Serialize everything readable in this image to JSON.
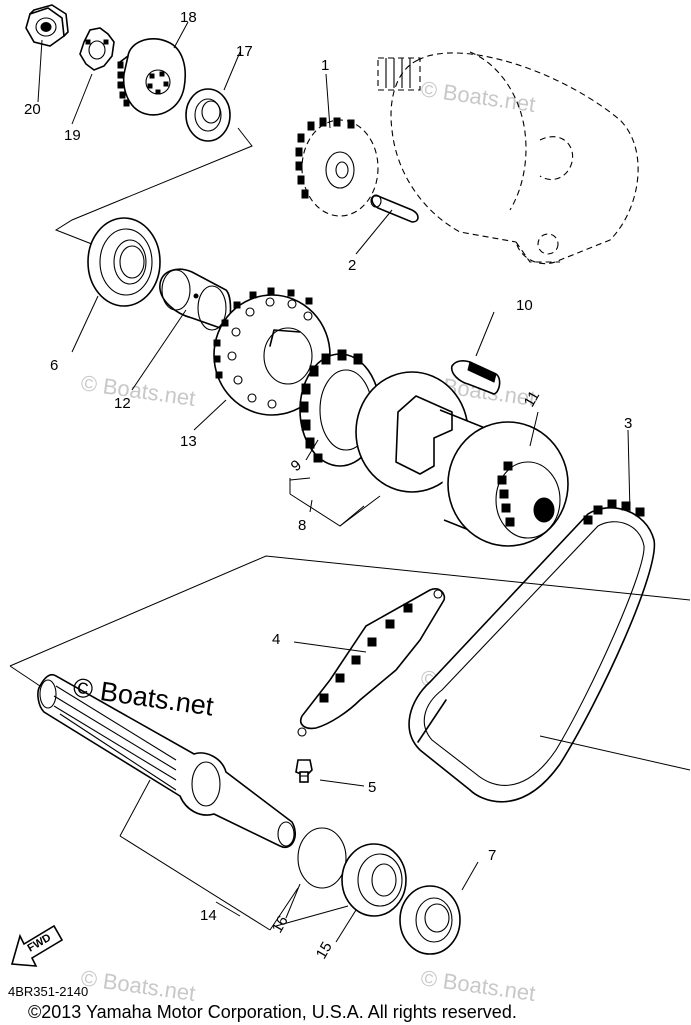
{
  "diagram": {
    "callouts": [
      {
        "id": "1",
        "label": "1"
      },
      {
        "id": "2",
        "label": "2"
      },
      {
        "id": "3",
        "label": "3"
      },
      {
        "id": "4",
        "label": "4"
      },
      {
        "id": "5",
        "label": "5"
      },
      {
        "id": "6",
        "label": "6"
      },
      {
        "id": "7",
        "label": "7"
      },
      {
        "id": "8",
        "label": "8"
      },
      {
        "id": "9",
        "label": "9"
      },
      {
        "id": "10",
        "label": "10"
      },
      {
        "id": "11",
        "label": "11"
      },
      {
        "id": "12",
        "label": "12"
      },
      {
        "id": "13",
        "label": "13"
      },
      {
        "id": "14",
        "label": "14"
      },
      {
        "id": "15",
        "label": "15"
      },
      {
        "id": "16",
        "label": "16"
      },
      {
        "id": "17",
        "label": "17"
      },
      {
        "id": "18",
        "label": "18"
      },
      {
        "id": "19",
        "label": "19"
      },
      {
        "id": "20",
        "label": "20"
      }
    ],
    "watermark_main": "© Boats.net",
    "watermark_faint": "© Boats.net",
    "fwd_label": "FWD",
    "drawing_code": "4BR351-2140",
    "copyright": "©2013 Yamaha Motor Corporation, U.S.A. All rights reserved."
  }
}
